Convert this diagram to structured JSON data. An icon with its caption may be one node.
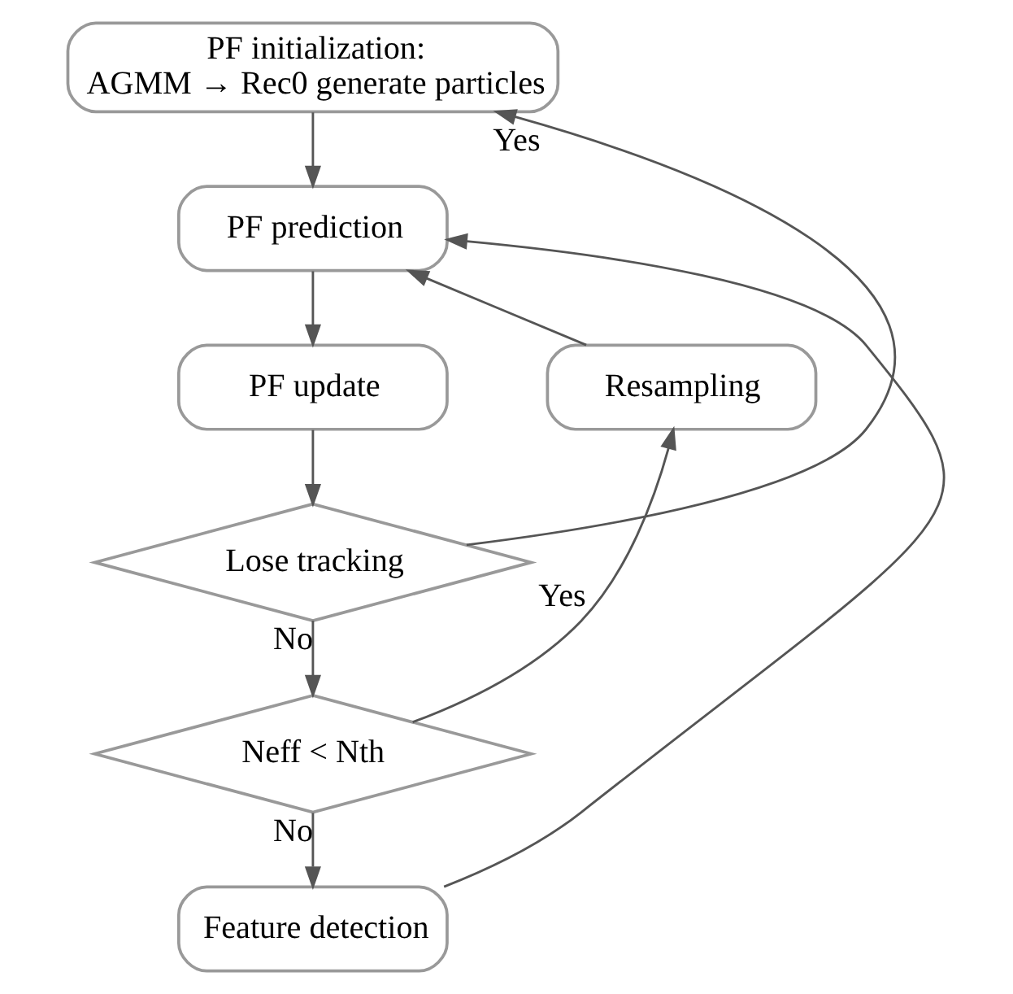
{
  "diagram": {
    "nodes": [
      {
        "text": [
          "PF initialization:",
          "AGMM → Rec0 generate particles"
        ]
      },
      {
        "text": [
          "PF prediction"
        ]
      },
      {
        "text": [
          "Resampling"
        ]
      },
      {
        "text": [
          "PF update"
        ]
      },
      {
        "text": [
          "Lose tracking"
        ]
      },
      {
        "text": [
          "Neff < Nth"
        ]
      },
      {
        "text": [
          "Feature detection"
        ]
      }
    ],
    "edges": [
      {
        "from": 0,
        "to": 1,
        "arrow": "to"
      },
      {
        "from": 1,
        "to": 3,
        "arrow": "to"
      },
      {
        "from": 3,
        "to": 4,
        "arrow": "to"
      },
      {
        "from": 4,
        "to": 0,
        "arrow": "to",
        "label": "Yes"
      },
      {
        "from": 4,
        "to": 5,
        "arrow": "to",
        "label": "No"
      },
      {
        "from": 5,
        "to": 2,
        "arrow": "to",
        "label": "Yes"
      },
      {
        "from": 2,
        "to": 1,
        "arrow": "to"
      },
      {
        "from": 5,
        "to": 6,
        "arrow": "to",
        "label": "No"
      },
      {
        "from": 6,
        "to": 1,
        "arrow": "to"
      }
    ]
  }
}
